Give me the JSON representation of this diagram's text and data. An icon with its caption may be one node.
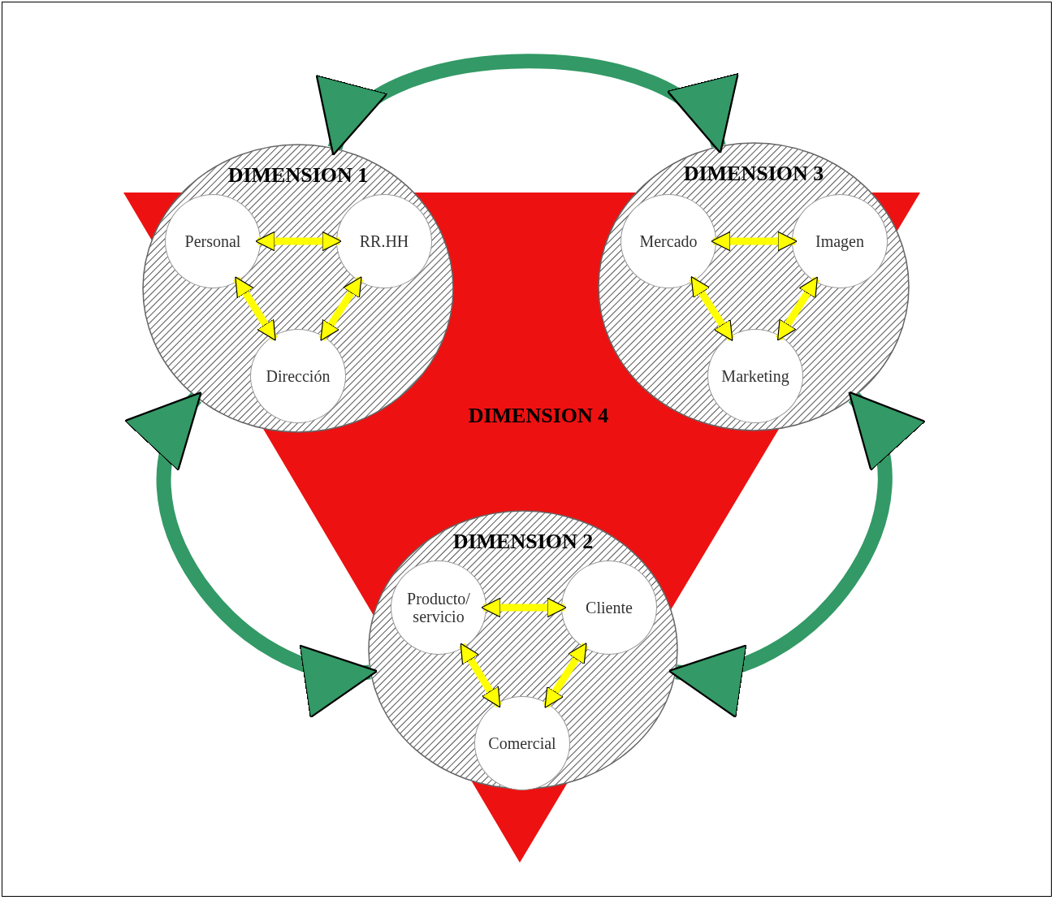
{
  "diagram": {
    "nodes": [
      {
        "text": [
          "DIMENSION 1"
        ]
      },
      {
        "text": [
          "Personal"
        ],
        "in": 0
      },
      {
        "text": [
          "RR.HH"
        ],
        "in": 0
      },
      {
        "text": [
          "Dirección"
        ],
        "in": 0
      },
      {
        "text": [
          "DIMENSION 3"
        ]
      },
      {
        "text": [
          "Mercado"
        ],
        "in": 4
      },
      {
        "text": [
          "Imagen"
        ],
        "in": 4
      },
      {
        "text": [
          "Marketing"
        ],
        "in": 4
      },
      {
        "text": [
          "DIMENSION 4"
        ]
      },
      {
        "text": [
          "DIMENSION 2"
        ]
      },
      {
        "text": [
          "Producto/ servicio"
        ],
        "in": 9
      },
      {
        "text": [
          "Cliente"
        ],
        "in": 9
      },
      {
        "text": [
          "Comercial"
        ],
        "in": 9
      }
    ],
    "edges": [
      {
        "from": 1,
        "to": 2,
        "arrow": "both"
      },
      {
        "from": 1,
        "to": 3,
        "arrow": "both"
      },
      {
        "from": 2,
        "to": 3,
        "arrow": "both"
      },
      {
        "from": 5,
        "to": 6,
        "arrow": "both"
      },
      {
        "from": 5,
        "to": 7,
        "arrow": "both"
      },
      {
        "from": 6,
        "to": 7,
        "arrow": "both"
      },
      {
        "from": 10,
        "to": 11,
        "arrow": "both"
      },
      {
        "from": 10,
        "to": 12,
        "arrow": "both"
      },
      {
        "from": 11,
        "to": 12,
        "arrow": "both"
      },
      {
        "from": 0,
        "to": 4,
        "arrow": "both",
        "style": "thick",
        "color": "#339966"
      },
      {
        "from": 0,
        "to": 9,
        "arrow": "both",
        "style": "thick",
        "color": "#339966"
      },
      {
        "from": 4,
        "to": 9,
        "arrow": "both",
        "style": "thick",
        "color": "#339966"
      }
    ]
  }
}
